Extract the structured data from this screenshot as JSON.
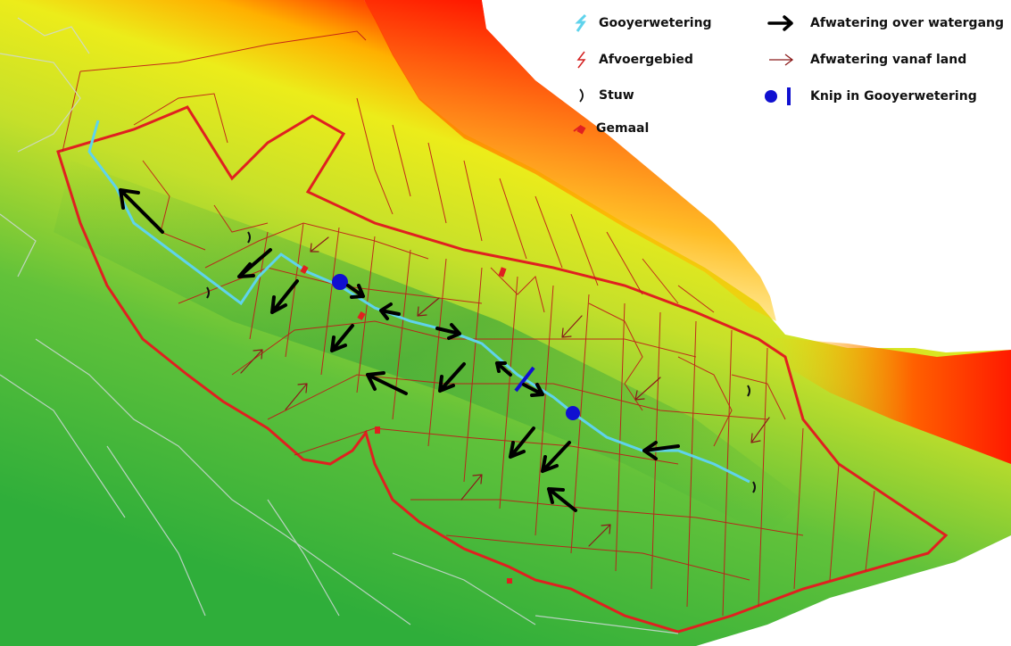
{
  "legend": {
    "items": [
      {
        "label": "Gooyerwetering",
        "symbol": "watercourse-icon",
        "color": "#5fd3ec"
      },
      {
        "label": "Afvoergebied",
        "symbol": "drainage-area-icon",
        "color": "#d42020"
      },
      {
        "label": "Stuw",
        "symbol": "weir-icon",
        "color": "#111111"
      },
      {
        "label": "Gemaal",
        "symbol": "pumping-station-icon",
        "color": "#e02020"
      },
      {
        "label": "Afwatering over watergang",
        "symbol": "thick-arrow-icon",
        "color": "#000000"
      },
      {
        "label": "Afwatering vanaf land",
        "symbol": "thin-arrow-icon",
        "color": "#8b1a1a"
      },
      {
        "label": "Knip in Gooyerwetering",
        "symbol": "cut-dot-bar-icon",
        "color": "#1010d0"
      }
    ]
  },
  "colors": {
    "low_elevation": "#4fb83a",
    "mid_elevation": "#d8e81a",
    "high_elevation": "#ff1a00",
    "water": "#5fd3ec",
    "boundary": "#e02020",
    "cut": "#1010d0"
  }
}
